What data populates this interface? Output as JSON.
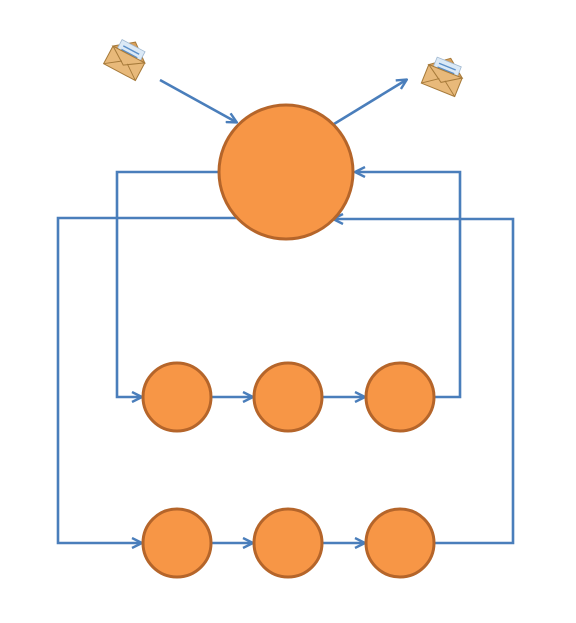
{
  "diagram": {
    "colors": {
      "node_fill": "#f79646",
      "node_stroke": "#b5652a",
      "edge": "#4a7ebb",
      "envelope_fill": "#e8b97a",
      "envelope_stroke": "#a67a3a",
      "letter_fill": "#dbe9f6",
      "letter_lines": "#5b8fc9"
    },
    "icons": [
      {
        "id": "envelope-incoming",
        "name": "envelope-icon",
        "meaning": "incoming-message"
      },
      {
        "id": "envelope-outgoing",
        "name": "envelope-icon",
        "meaning": "outgoing-message"
      }
    ],
    "nodes": [
      {
        "id": "hub",
        "name": "central-hub-node"
      },
      {
        "id": "a1",
        "name": "pipeline-a-node-1"
      },
      {
        "id": "a2",
        "name": "pipeline-a-node-2"
      },
      {
        "id": "a3",
        "name": "pipeline-a-node-3"
      },
      {
        "id": "b1",
        "name": "pipeline-b-node-1"
      },
      {
        "id": "b2",
        "name": "pipeline-b-node-2"
      },
      {
        "id": "b3",
        "name": "pipeline-b-node-3"
      }
    ],
    "edges": [
      {
        "id": "in",
        "from": "envelope-incoming",
        "to": "hub",
        "name": "incoming-message-arrow"
      },
      {
        "id": "out",
        "from": "hub",
        "to": "envelope-outgoing",
        "name": "outgoing-message-arrow"
      },
      {
        "id": "hub-a1",
        "from": "hub",
        "to": "a1",
        "name": "hub-to-pipeline-a-arrow"
      },
      {
        "id": "a1-a2",
        "from": "a1",
        "to": "a2",
        "name": "pipeline-a-arrow-1-2"
      },
      {
        "id": "a2-a3",
        "from": "a2",
        "to": "a3",
        "name": "pipeline-a-arrow-2-3"
      },
      {
        "id": "a3-hub",
        "from": "a3",
        "to": "hub",
        "name": "pipeline-a-return-arrow"
      },
      {
        "id": "hub-b1",
        "from": "hub",
        "to": "b1",
        "name": "hub-to-pipeline-b-arrow"
      },
      {
        "id": "b1-b2",
        "from": "b1",
        "to": "b2",
        "name": "pipeline-b-arrow-1-2"
      },
      {
        "id": "b2-b3",
        "from": "b2",
        "to": "b3",
        "name": "pipeline-b-arrow-2-3"
      },
      {
        "id": "b3-hub",
        "from": "b3",
        "to": "hub",
        "name": "pipeline-b-return-arrow"
      }
    ]
  }
}
